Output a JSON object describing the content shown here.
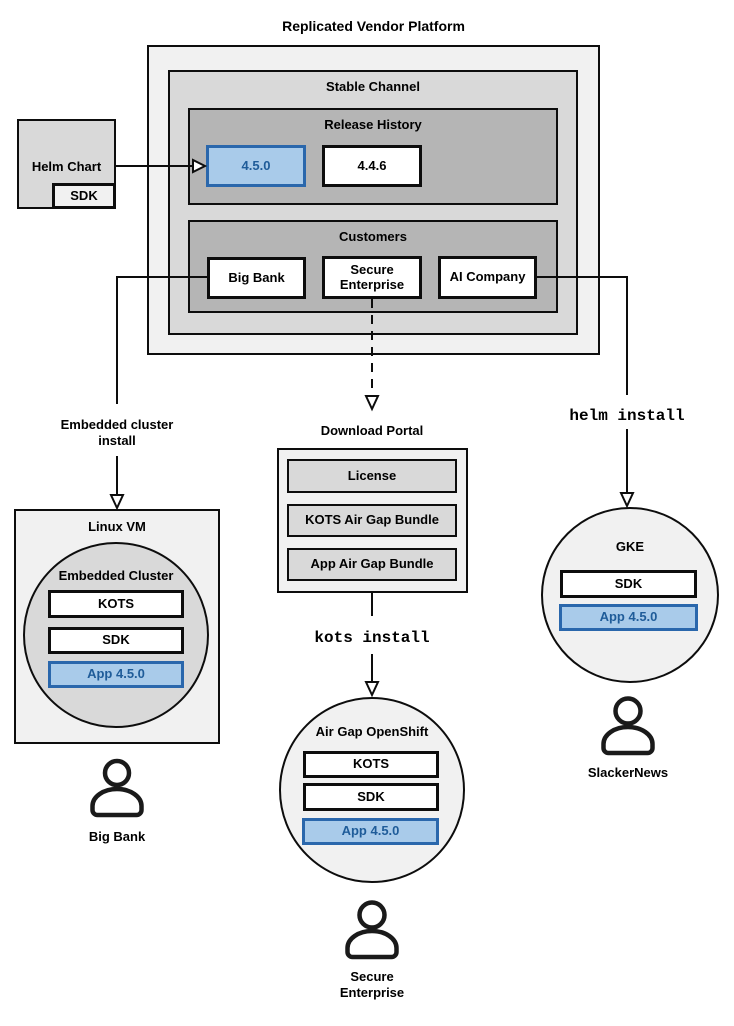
{
  "diagram_title": "Replicated Vendor Platform",
  "colors": {
    "highlight_fill": "#a9cbea",
    "highlight_border": "#2a67ac",
    "highlight_text": "#1f5c99",
    "container_light": "#f1f1f1",
    "container_medium": "#d9d9d9",
    "container_dark": "#b5b5b5",
    "line": "#0d0d0d"
  },
  "platform": {
    "stable_channel_label": "Stable Channel",
    "release_history_label": "Release History",
    "releases": [
      {
        "version": "4.5.0",
        "highlighted": true
      },
      {
        "version": "4.4.6",
        "highlighted": false
      }
    ],
    "customers_label": "Customers",
    "customers": [
      {
        "name": "Big Bank"
      },
      {
        "name": "Secure Enterprise"
      },
      {
        "name": "AI Company"
      }
    ]
  },
  "helm_chart": {
    "label": "Helm Chart",
    "sdk_label": "SDK"
  },
  "left_flow": {
    "arrow_label": "Embedded cluster install",
    "vm_label": "Linux VM",
    "cluster_label": "Embedded Cluster",
    "components": [
      {
        "name": "KOTS",
        "highlighted": false
      },
      {
        "name": "SDK",
        "highlighted": false
      },
      {
        "name": "App 4.5.0",
        "highlighted": true
      }
    ],
    "user_label": "Big Bank"
  },
  "middle_flow": {
    "portal_label": "Download Portal",
    "portal_items": [
      {
        "name": "License"
      },
      {
        "name": "KOTS Air Gap Bundle"
      },
      {
        "name": "App Air Gap Bundle"
      }
    ],
    "command": "kots install",
    "cluster_label": "Air Gap OpenShift",
    "components": [
      {
        "name": "KOTS",
        "highlighted": false
      },
      {
        "name": "SDK",
        "highlighted": false
      },
      {
        "name": "App 4.5.0",
        "highlighted": true
      }
    ],
    "user_label": "Secure Enterprise"
  },
  "right_flow": {
    "command": "helm install",
    "cluster_label": "GKE",
    "components": [
      {
        "name": "SDK",
        "highlighted": false
      },
      {
        "name": "App 4.5.0",
        "highlighted": true
      }
    ],
    "user_label": "SlackerNews"
  }
}
